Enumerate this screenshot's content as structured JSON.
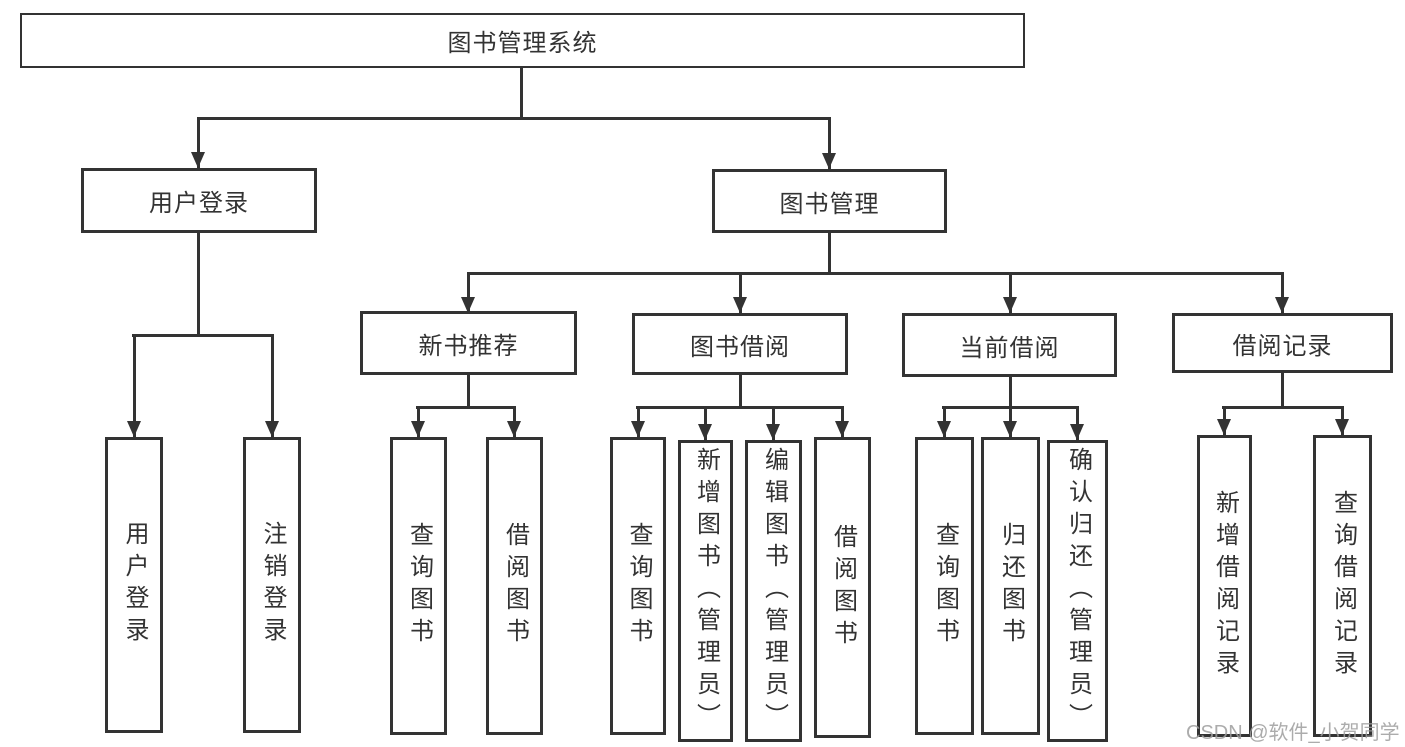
{
  "colors": {
    "line": "#333333",
    "text": "#333333",
    "box_fill": "#ffffff",
    "background": "#ffffff",
    "watermark": "#9e9e9e"
  },
  "watermark": {
    "text": "CSDN @软件_小贺同学"
  },
  "nodes": {
    "root": {
      "label": "图书管理系统"
    },
    "user_login_branch": {
      "label": "用户登录",
      "children": [
        {
          "label": "用户登录"
        },
        {
          "label": "注销登录"
        }
      ]
    },
    "book_mgmt_branch": {
      "label": "图书管理",
      "children": [
        {
          "label": "新书推荐",
          "children": [
            {
              "label": "查询图书"
            },
            {
              "label": "借阅图书"
            }
          ]
        },
        {
          "label": "图书借阅",
          "children": [
            {
              "label": "查询图书"
            },
            {
              "label": "新增图书（管理员）"
            },
            {
              "label": "编辑图书（管理员）"
            },
            {
              "label": "借阅图书"
            }
          ]
        },
        {
          "label": "当前借阅",
          "children": [
            {
              "label": "查询图书"
            },
            {
              "label": "归还图书"
            },
            {
              "label": "确认归还（管理员）"
            }
          ]
        },
        {
          "label": "借阅记录",
          "children": [
            {
              "label": "新增借阅记录"
            },
            {
              "label": "查询借阅记录"
            }
          ]
        }
      ]
    }
  }
}
